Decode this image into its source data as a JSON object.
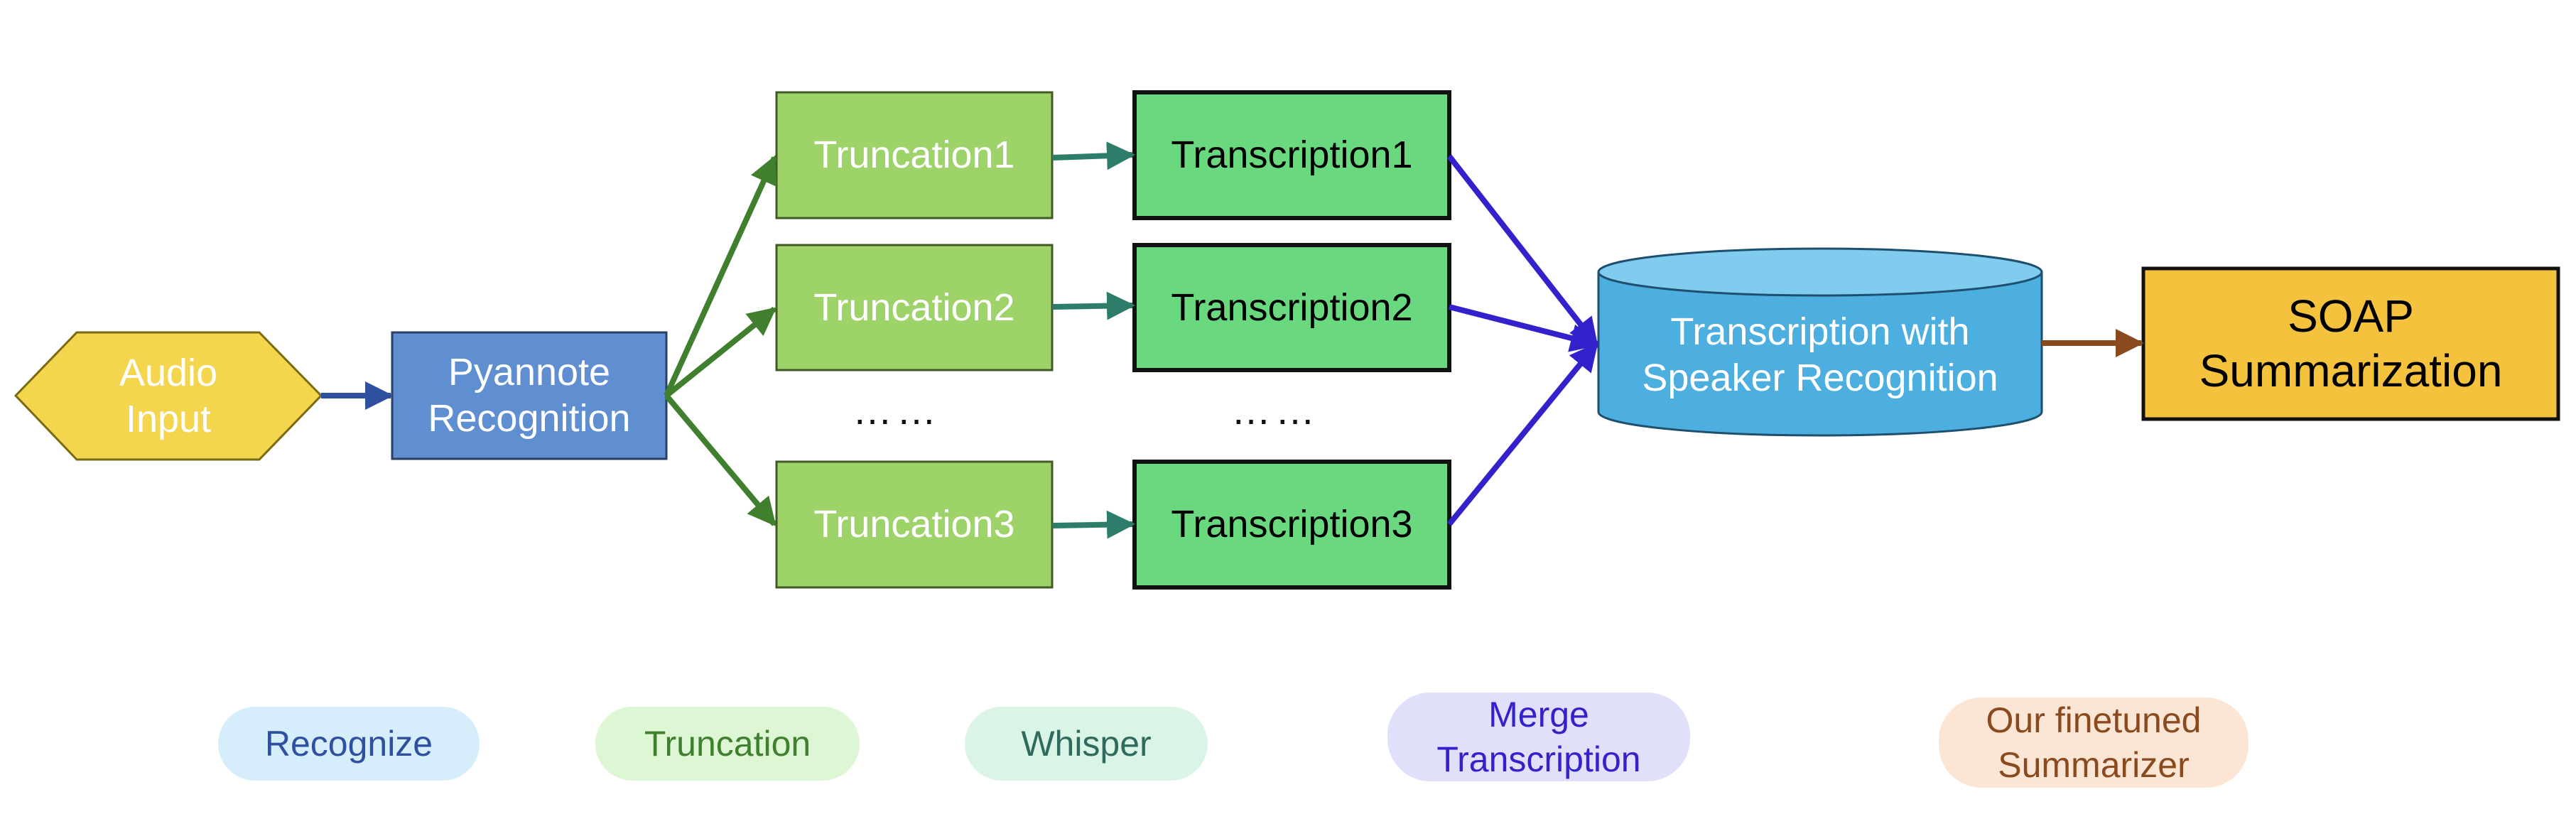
{
  "colors": {
    "audio_fill": "#F3D54E",
    "pyannote_fill": "#5F8FD0",
    "truncation_fill": "#9ED36A",
    "transcription_fill": "#69D87E",
    "merge_fill": "#4DAEE0",
    "soap_fill": "#F5C23E",
    "arrow_blue": "#2F4FA0",
    "arrow_green": "#3F7F2E",
    "arrow_teal": "#2E7D6B",
    "arrow_purple": "#3322CC",
    "arrow_brown": "#8B4A1E"
  },
  "nodes": {
    "audio_input": "Audio\nInput",
    "pyannote": "Pyannote\nRecognition",
    "truncation1": "Truncation1",
    "truncation2": "Truncation2",
    "truncation3": "Truncation3",
    "transcription1": "Transcription1",
    "transcription2": "Transcription2",
    "transcription3": "Transcription3",
    "merge": "Transcription with\nSpeaker Recognition",
    "soap": "SOAP\nSummarization",
    "ellipsis_truncation": "……",
    "ellipsis_transcription": "……"
  },
  "legend": {
    "recognize": "Recognize",
    "truncation": "Truncation",
    "whisper": "Whisper",
    "merge": "Merge\nTranscription",
    "summarizer": "Our finetuned\nSummarizer"
  },
  "icons": {
    "arrow_head": "triangle-arrowhead"
  }
}
